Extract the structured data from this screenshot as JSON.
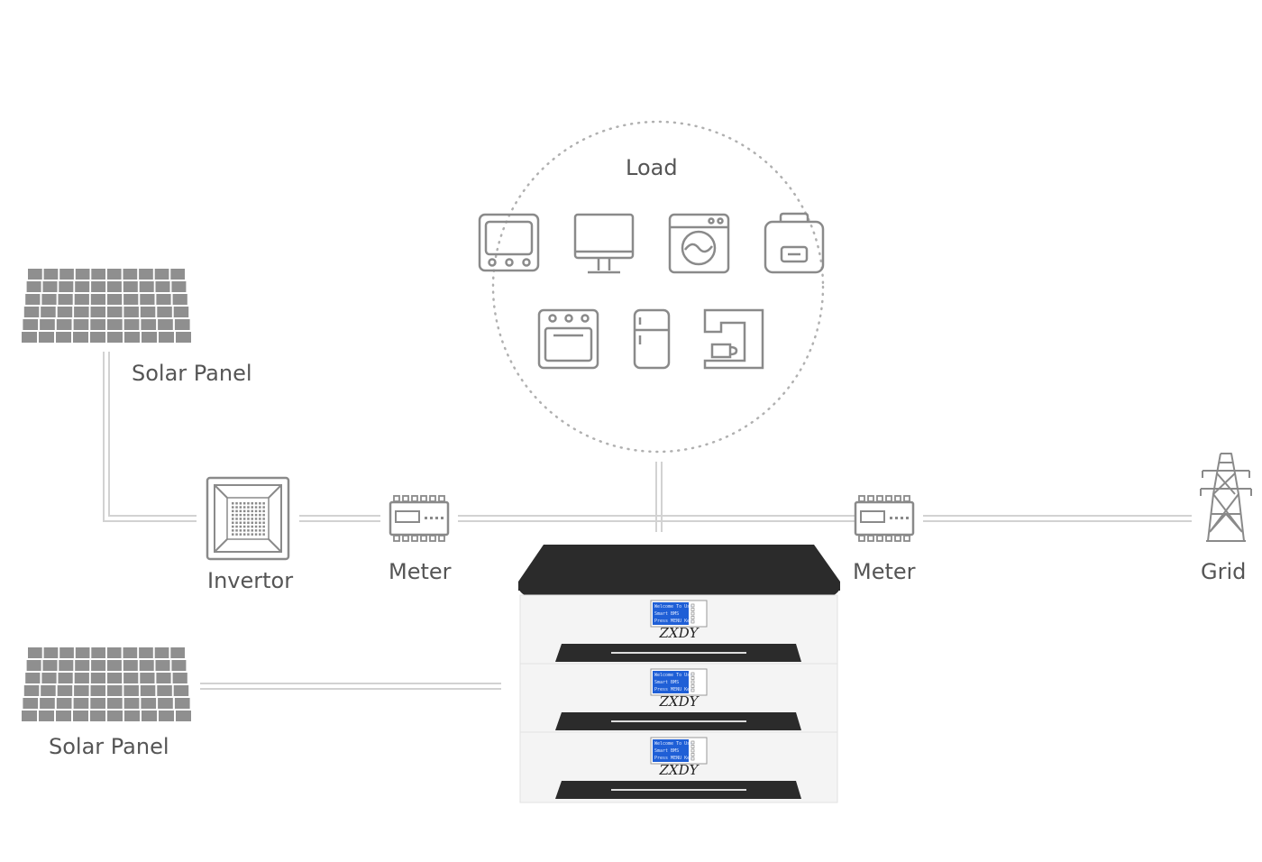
{
  "labels": {
    "load": "Load",
    "solar_panel_top": "Solar Panel",
    "invertor": "Invertor",
    "meter_left": "Meter",
    "meter_right": "Meter",
    "grid": "Grid",
    "solar_panel_bottom": "Solar Panel"
  },
  "battery": {
    "brand": "ZXDY",
    "lcd_line1": "Welcome To Use",
    "lcd_line2": "Smart BMS",
    "lcd_line3": "Press MENU Key",
    "modules": 3
  },
  "load_icons": [
    "tv-icon",
    "monitor-icon",
    "washing-machine-icon",
    "rice-cooker-icon",
    "oven-icon",
    "refrigerator-icon",
    "coffee-machine-icon"
  ],
  "colors": {
    "icon_stroke": "#8a8a8a",
    "line": "#cfcfcf",
    "panel_cell": "#8f8f8f",
    "lcd": "#1f5fd6",
    "battery_top": "#2b2b2b"
  }
}
